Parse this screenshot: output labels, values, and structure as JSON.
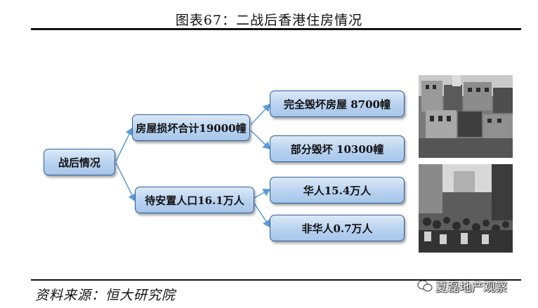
{
  "title": "图表67：二战后香港住房情况",
  "source": "资料来源：恒大研究院",
  "watermark": "夏磊地产观察",
  "nodes": {
    "root": "战后情况",
    "damaged_total": "房屋损坏合计19000幢",
    "destroyed": "完全毁坏房屋  8700幢",
    "partial": "部分毁坏  10300幢",
    "to_settle": "待安置人口16.1万人",
    "chinese": "华人15.4万人",
    "non_chinese": "非华人0.7万人"
  },
  "colors": {
    "box_border": "#2d5f9a",
    "box_fill": "#b8d2ef",
    "connector": "#5b9bd5"
  },
  "photos": [
    {
      "name": "hillside-buildings-photo"
    },
    {
      "name": "street-crowd-photo"
    }
  ]
}
